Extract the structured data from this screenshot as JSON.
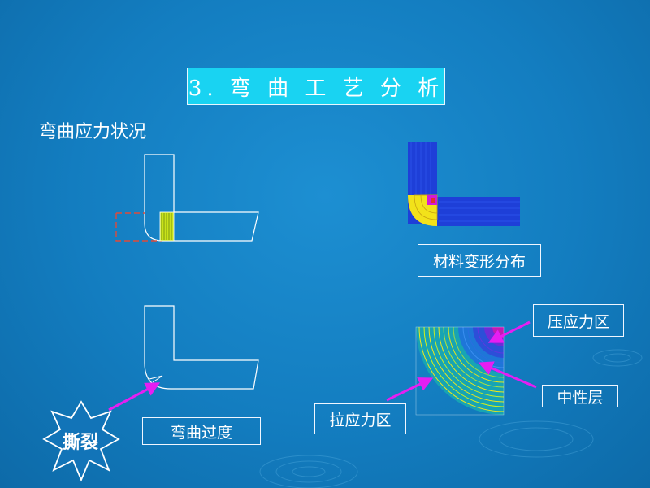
{
  "title": "3. 弯 曲 工 艺 分 析",
  "subtitle": "弯曲应力状况",
  "labels": {
    "material_distribution": "材料变形分布",
    "bending_transition": "弯曲过度",
    "compression_zone": "压应力区",
    "neutral_layer": "中性层",
    "tension_zone": "拉应力区",
    "tear": "撕裂"
  },
  "colors": {
    "background": "#137dc0",
    "title_box": "#19d3f2",
    "arrow": "#e61ef2",
    "material_blue": "#1e3fd8",
    "stress_yellow": "#f2e21a",
    "neutral_magenta": "#d21ad8"
  }
}
